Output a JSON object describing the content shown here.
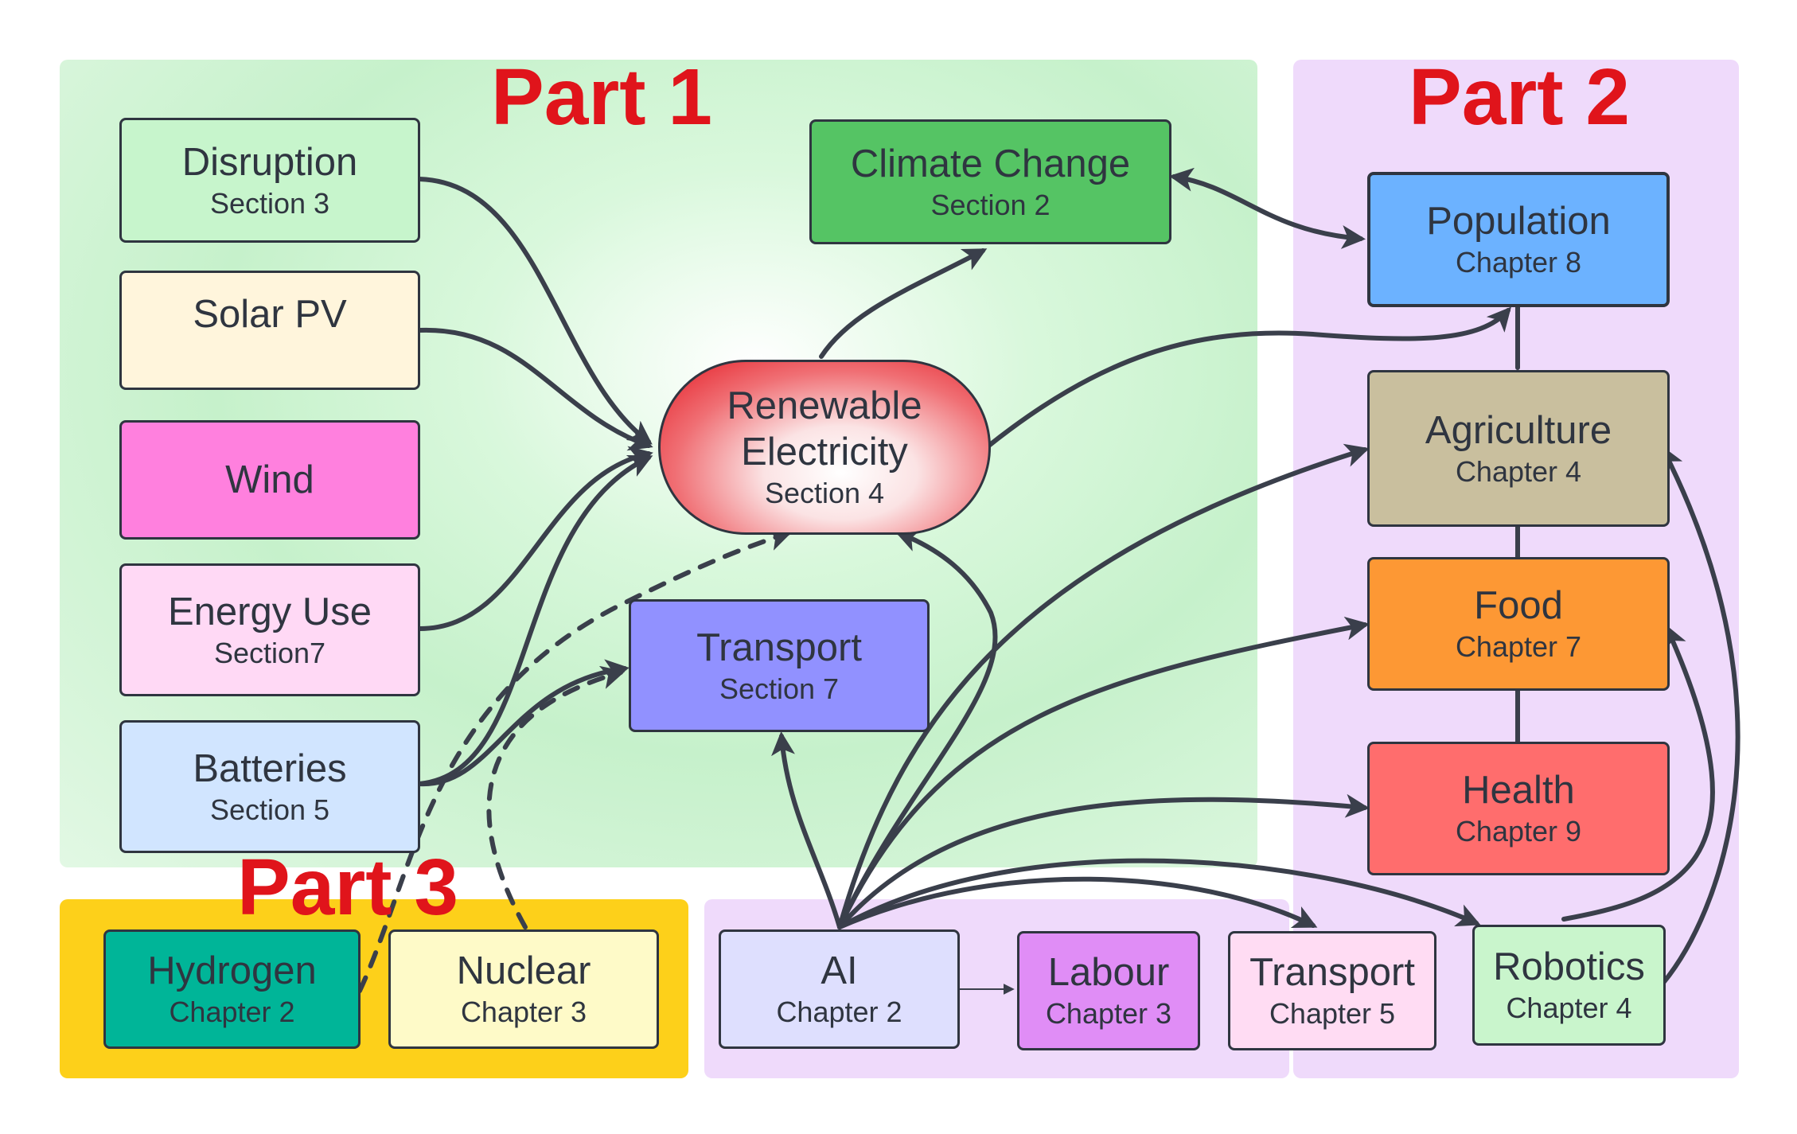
{
  "parts": {
    "part1": {
      "label": "Part 1",
      "color": "#e0141b"
    },
    "part2": {
      "label": "Part 2",
      "color": "#e0141b"
    },
    "part3": {
      "label": "Part 3",
      "color": "#e0141b"
    }
  },
  "colors": {
    "part1_bg": "#c9f5cf",
    "part2_bg": "#f0dcfb",
    "part3_bg": "#fdd01a",
    "ai_region_bg": "#f0dcfb",
    "edge": "#3a3f4b",
    "renewable_accent": "#e41b24"
  },
  "nodes": {
    "disruption": {
      "title": "Disruption",
      "sub": "Section 3",
      "color": "#c7f5cc"
    },
    "solar_pv": {
      "title": "Solar PV",
      "sub": "",
      "color": "#fff5dc"
    },
    "wind": {
      "title": "Wind",
      "sub": "",
      "color": "#ff80de"
    },
    "energy_use": {
      "title": "Energy Use",
      "sub": "Section7",
      "color": "#ffd9f5"
    },
    "batteries": {
      "title": "Batteries",
      "sub": "Section 5",
      "color": "#d1e5ff"
    },
    "climate_change": {
      "title": "Climate Change",
      "sub": "Section 2",
      "color": "#55c464"
    },
    "renewable_electricity": {
      "title_line1": "Renewable",
      "title_line2": "Electricity",
      "sub": "Section 4"
    },
    "transport_sec7": {
      "title": "Transport",
      "sub": "Section 7",
      "color": "#9191ff"
    },
    "population": {
      "title": "Population",
      "sub": "Chapter 8",
      "color": "#6cb2ff"
    },
    "agriculture": {
      "title": "Agriculture",
      "sub": "Chapter 4",
      "color": "#c9bf9e"
    },
    "food": {
      "title": "Food",
      "sub": "Chapter 7",
      "color": "#fd9834"
    },
    "health": {
      "title": "Health",
      "sub": "Chapter 9",
      "color": "#ff6d6d"
    },
    "hydrogen": {
      "title": "Hydrogen",
      "sub": "Chapter 2",
      "color": "#00b598"
    },
    "nuclear": {
      "title": "Nuclear",
      "sub": "Chapter 3",
      "color": "#fefac8"
    },
    "ai": {
      "title": "AI",
      "sub": "Chapter 2",
      "color": "#dedffe"
    },
    "labour": {
      "title": "Labour",
      "sub": "Chapter 3",
      "color": "#e08df6"
    },
    "transport_ch5": {
      "title": "Transport",
      "sub": "Chapter 5",
      "color": "#ffdcf3"
    },
    "robotics": {
      "title": "Robotics",
      "sub": "Chapter 4",
      "color": "#c9f5cc"
    }
  }
}
